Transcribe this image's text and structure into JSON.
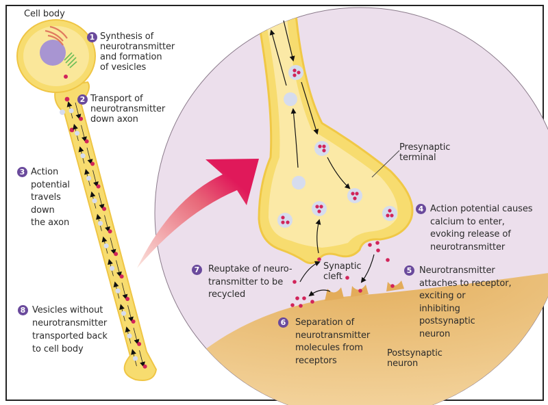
{
  "figure": {
    "title": "Neurotransmitter synthesis, release, and reuptake at a synapse",
    "colors": {
      "neuron_yellow": "#f7dc6f",
      "neuron_light": "#fbeeb0",
      "circle_bg": "#ecdfec",
      "postsynaptic": "#e8b866",
      "badge": "#6a4a9c",
      "neurotransmitter": "#d1245a",
      "vesicle": "#d6dcee",
      "arrow_red": "#e0195a"
    }
  },
  "labels": {
    "cell_body": "Cell body",
    "presynaptic_terminal": [
      "Presynaptic",
      "terminal"
    ],
    "synaptic_cleft": [
      "Synaptic",
      "cleft"
    ],
    "postsynaptic_neuron": [
      "Postsynaptic",
      "neuron"
    ]
  },
  "steps": [
    {
      "number": "1",
      "lines": [
        "Synthesis of",
        "neurotransmitter",
        "and formation",
        "of vesicles"
      ]
    },
    {
      "number": "2",
      "lines": [
        "Transport of",
        "neurotransmitter",
        "down axon"
      ]
    },
    {
      "number": "3",
      "lines": [
        "Action",
        "potential",
        "travels",
        "down",
        "the axon"
      ]
    },
    {
      "number": "4",
      "lines": [
        "Action potential causes",
        "calcium to enter,",
        "evoking release of",
        "neurotransmitter"
      ]
    },
    {
      "number": "5",
      "lines": [
        "Neurotransmitter",
        "attaches to receptor,",
        "exciting or",
        "inhibiting",
        "postsynaptic",
        "neuron"
      ]
    },
    {
      "number": "6",
      "lines": [
        "Separation of",
        "neurotransmitter",
        "molecules from",
        "receptors"
      ]
    },
    {
      "number": "7",
      "lines": [
        "Reuptake of neuro-",
        "transmitter to be",
        "recycled"
      ]
    },
    {
      "number": "8",
      "lines": [
        "Vesicles without",
        "neurotransmitter",
        "transported back",
        "to cell body"
      ]
    }
  ]
}
